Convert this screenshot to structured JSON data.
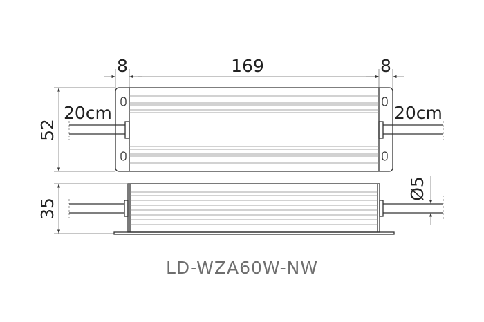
{
  "drawing": {
    "model": "LD-WZA60W-NW",
    "dimensions": {
      "left_flange": "8",
      "body_length": "169",
      "right_flange": "8",
      "width": "52",
      "height": "35",
      "cable_left": "20cm",
      "cable_right": "20cm",
      "cable_diameter": "Ø5"
    }
  }
}
